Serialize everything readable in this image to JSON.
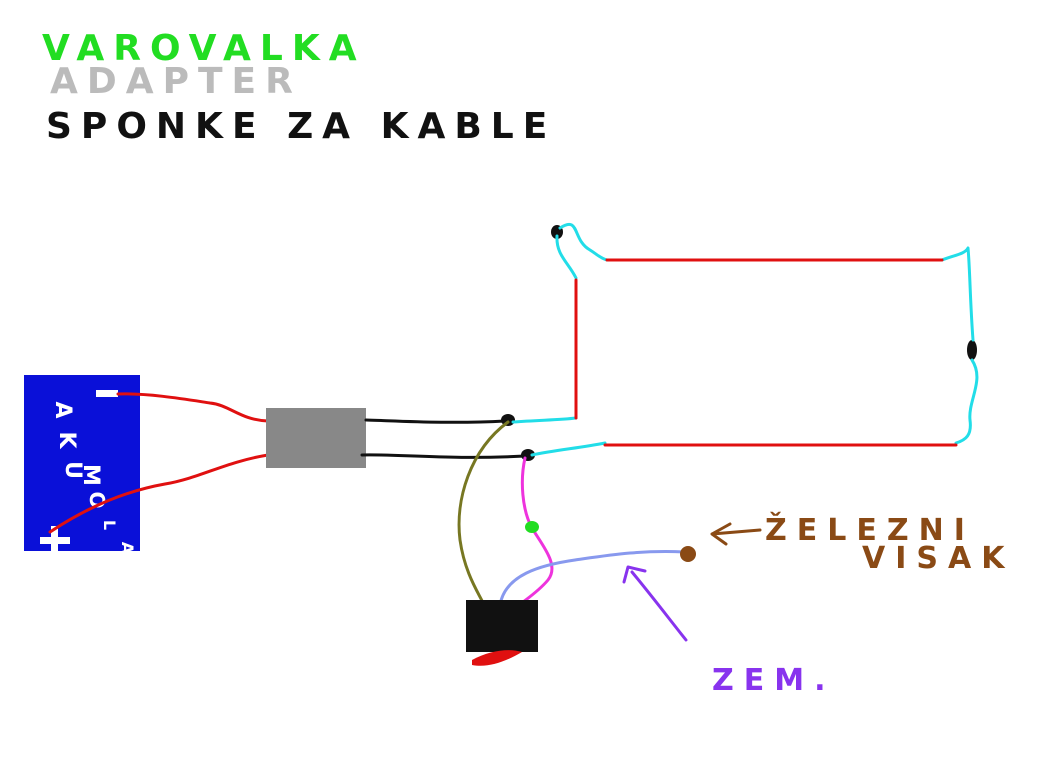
{
  "legend": {
    "items": [
      {
        "text": "VAROVALKA",
        "color": "#22dd22"
      },
      {
        "text": "ADAPTER",
        "color": "#bbbbbb"
      },
      {
        "text": "SPONKE ZA KABLE",
        "color": "#111111"
      }
    ]
  },
  "battery": {
    "vertical_label": [
      "A",
      "K",
      "U",
      "M",
      "O",
      "L",
      "A"
    ],
    "minus": "−",
    "plus": "+",
    "color": "#0a10d8"
  },
  "labels": {
    "zelezni": "ŽELEZNI",
    "visak": "VISAK",
    "zem": "ZEM."
  },
  "colors": {
    "red": "#e01010",
    "cyan": "#22dde8",
    "black": "#111111",
    "gray": "#888888",
    "olive": "#777722",
    "magenta": "#ee33dd",
    "lightblue": "#8899ee",
    "brown": "#8a4a15",
    "purple": "#8833ee",
    "green": "#22dd22"
  }
}
